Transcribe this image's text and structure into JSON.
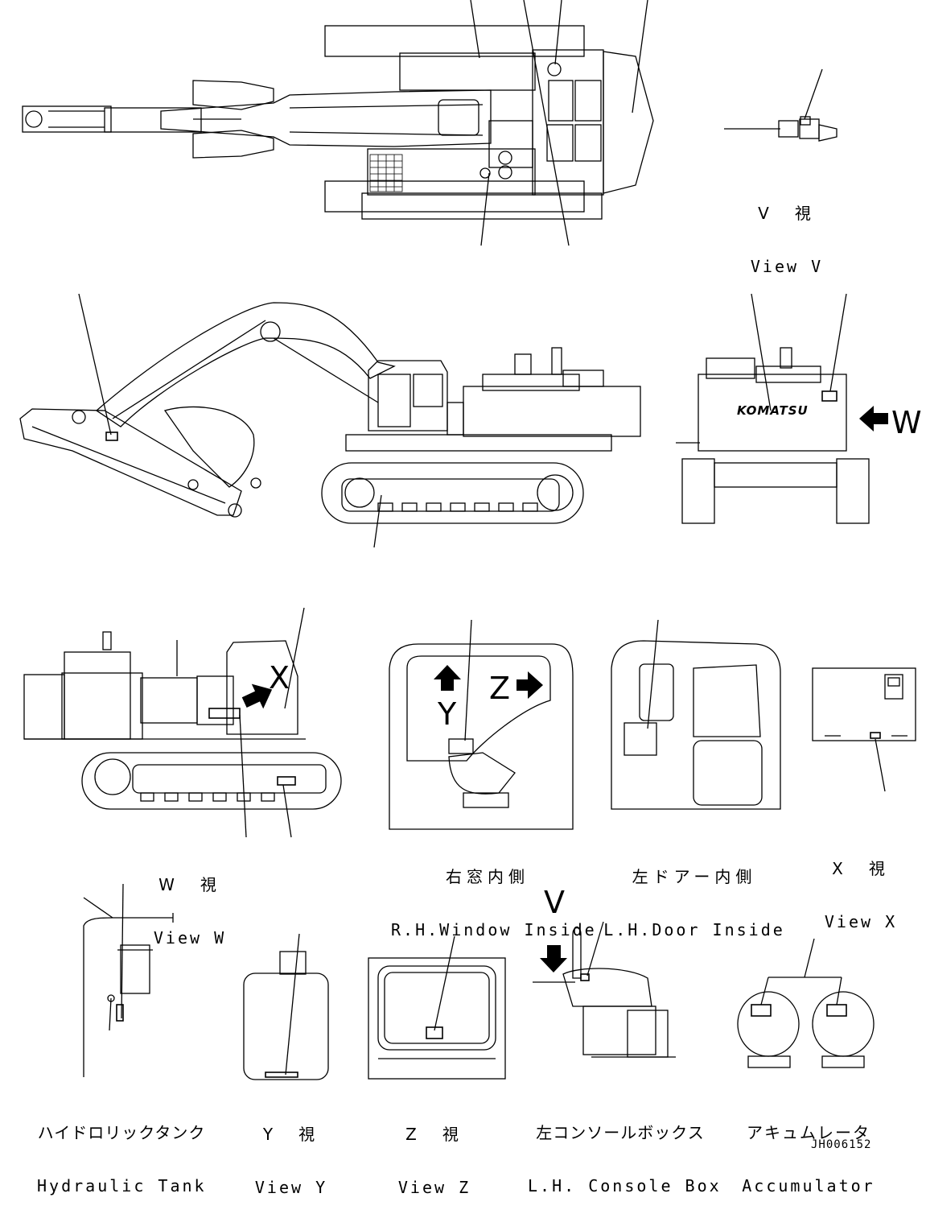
{
  "views": {
    "view_v": {
      "jp": "V　視",
      "en": "View V"
    },
    "view_w": {
      "jp": "W　視",
      "en": "View W"
    },
    "rh_window": {
      "jp": "右窓内側",
      "en": "R.H.Window Inside"
    },
    "lh_door": {
      "jp": "左ドアー内側",
      "en": "L.H.Door Inside"
    },
    "view_x": {
      "jp": "X　視",
      "en": "View X"
    },
    "hydraulic_tank": {
      "jp": "ハイドロリックタンク",
      "en": "Hydraulic Tank"
    },
    "view_y": {
      "jp": "Y　視",
      "en": "View Y"
    },
    "view_z": {
      "jp": "Z　視",
      "en": "View Z"
    },
    "lh_console": {
      "jp": "左コンソールボックス",
      "en": "L.H. Console Box"
    },
    "accumulator": {
      "jp": "アキュムレータ",
      "en": "Accumulator"
    }
  },
  "markers": {
    "w": "W",
    "x": "X",
    "y": "Y",
    "z": "Z",
    "v": "V"
  },
  "brand": "KOMATSU",
  "drawing_code": "JH006152",
  "icons": [
    "arrow-right-icon",
    "arrow-up-icon",
    "arrow-down-icon",
    "arrow-left-icon"
  ]
}
